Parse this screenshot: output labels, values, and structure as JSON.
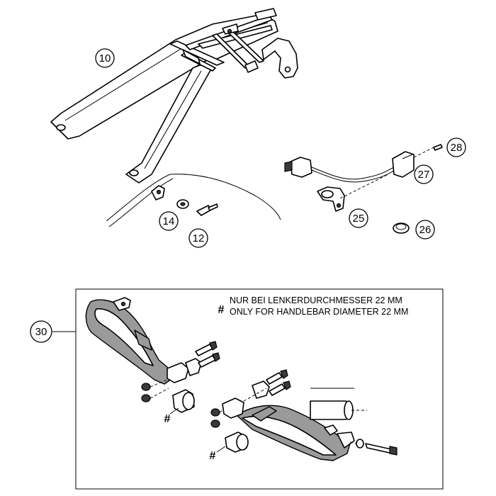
{
  "callouts": {
    "c10": "10",
    "c12": "12",
    "c14": "14",
    "c25": "25",
    "c26": "26",
    "c27": "27",
    "c28": "28",
    "c30": "30"
  },
  "note": {
    "marker": "#",
    "line_de": "NUR BEI LENKERDURCHMESSER 22 MM",
    "line_en": "ONLY FOR HANDLEBAR DIAMETER 22 MM"
  },
  "hash_marks": {
    "left_spacer": "#",
    "right_spacer": "#"
  }
}
